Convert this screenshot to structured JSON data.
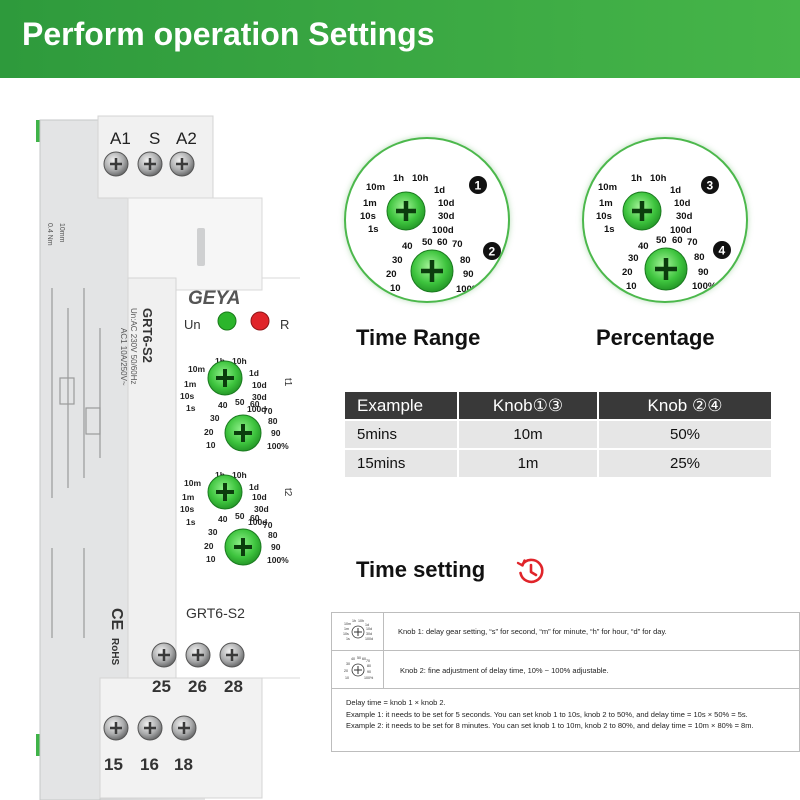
{
  "header": {
    "title": "Perform operation Settings"
  },
  "device": {
    "brand": "GEYA",
    "model": "GRT6-S2",
    "model_vertical": "GRT6-S2",
    "terminals_top": [
      "A1",
      "S",
      "A2"
    ],
    "terminals_mid": [
      "25",
      "26",
      "28"
    ],
    "terminals_bottom": [
      "15",
      "16",
      "18"
    ],
    "led_labels": [
      "Un",
      "R"
    ],
    "knob_labels": [
      "t1",
      "t2"
    ],
    "time_scale": [
      "1h",
      "10h",
      "10m",
      "1d",
      "1m",
      "10d",
      "10s",
      "30d",
      "1s",
      "100d"
    ],
    "percent_scale": [
      "40",
      "50",
      "60",
      "70",
      "30",
      "80",
      "20",
      "90",
      "10",
      "100%"
    ],
    "side_text": "Un:AC 230V 50/60Hz",
    "side_text2": "AC1 10A/250V~",
    "torque": "0.4 Nm",
    "strip": "10mm",
    "cert": [
      "CE",
      "RoHS"
    ],
    "colors": {
      "knob": "#3ec43e",
      "led_green": "#2bb52b",
      "led_red": "#e0242a"
    }
  },
  "callouts": [
    {
      "time_scale": [
        "1h",
        "10h",
        "10m",
        "1d",
        "1m",
        "10d",
        "10s",
        "30d",
        "1s",
        "100d"
      ],
      "percent_scale": [
        "40",
        "50",
        "60",
        "70",
        "30",
        "80",
        "20",
        "90",
        "10",
        "100%"
      ],
      "markers": [
        "1",
        "2"
      ]
    },
    {
      "time_scale": [
        "1h",
        "10h",
        "10m",
        "1d",
        "1m",
        "10d",
        "10s",
        "30d",
        "1s",
        "100d"
      ],
      "percent_scale": [
        "40",
        "50",
        "60",
        "70",
        "30",
        "80",
        "20",
        "90",
        "10",
        "100%"
      ],
      "markers": [
        "3",
        "4"
      ]
    }
  ],
  "captions": {
    "time_range": "Time Range",
    "percentage": "Percentage"
  },
  "example_table": {
    "headers": [
      "Example",
      "Knob①③",
      "Knob ②④"
    ],
    "rows": [
      [
        "5mins",
        "10m",
        "50%"
      ],
      [
        "15mins",
        "1m",
        "25%"
      ]
    ]
  },
  "time_setting": {
    "title": "Time setting",
    "icon": "clock-reset-icon"
  },
  "info": {
    "knob1": "Knob 1: delay gear setting, “s” for second, “m” for minute, “h” for hour, “d” for day.",
    "knob2": "Knob 2: fine adjustment of delay time, 10% ~ 100% adjustable.",
    "formula": "Delay time = knob 1 × knob 2.",
    "example1": "Example 1: it needs to be set for 5 seconds. You can set knob 1 to 10s, knob 2 to 50%, and delay time = 10s × 50% = 5s.",
    "example2": "Example 2: it needs to be set for 8 minutes. You can set knob 1 to 10m, knob 2 to 80%, and delay time = 10m × 80% = 8m."
  }
}
